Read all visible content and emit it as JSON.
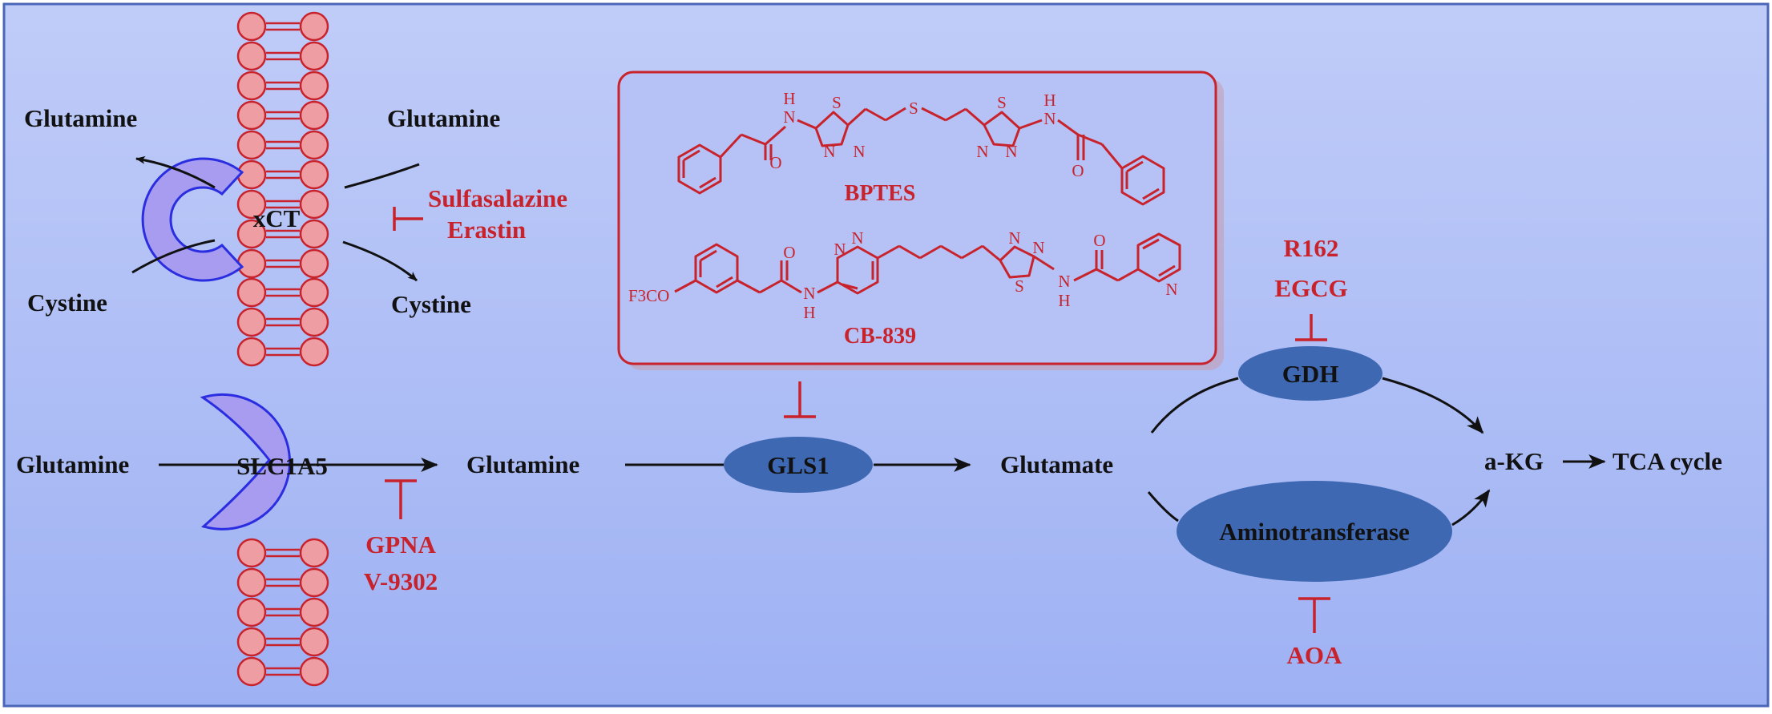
{
  "colors": {
    "background_top": "#bfcbf7",
    "background_bottom": "#9fb2f3",
    "border": "#4a66b8",
    "transporter_fill": "#a79cf0",
    "transporter_stroke": "#2b2ee0",
    "enzyme_fill": "#3f68b3",
    "inhibitor_red": "#c8232c",
    "lipid_fill": "#ee9ea3",
    "text_black": "#111111"
  },
  "icons": [
    "lipid-bilayer",
    "transporter-shape",
    "enzyme-ellipse",
    "arrow",
    "inhibition-bar",
    "chemical-structure"
  ],
  "xct": {
    "label": "xCT",
    "out_left": "Glutamine",
    "in_right": "Glutamine",
    "cystine_in_left": "Cystine",
    "cystine_out_right": "Cystine",
    "inhibitors": [
      "Sulfasalazine",
      "Erastin"
    ]
  },
  "slc1a5": {
    "label": "SLC1A5",
    "substrate": "Glutamine",
    "inhibitors": [
      "GPNA",
      "V-9302"
    ]
  },
  "pathway": {
    "glutamine": "Glutamine",
    "gls1": "GLS1",
    "glutamate": "Glutamate",
    "gdh": "GDH",
    "gdh_inhibitors": [
      "R162",
      "EGCG"
    ],
    "aminotransferase": "Aminotransferase",
    "aminotransferase_inhibitor": "AOA",
    "akg": "a-KG",
    "tca": "TCA cycle"
  },
  "gls1_inhibitors": {
    "bptes": "BPTES",
    "cb839": "CB-839",
    "atoms": {
      "h": "H",
      "n": "N",
      "s": "S",
      "o": "O",
      "f3co": "F3CO"
    }
  }
}
